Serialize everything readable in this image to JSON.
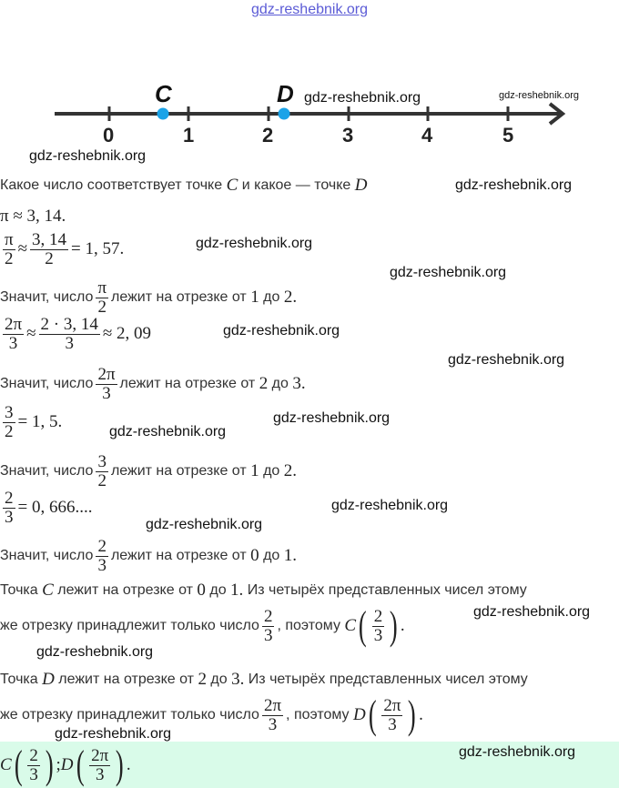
{
  "watermark": "gdz-reshebnik.org",
  "number_line": {
    "ticks": [
      "0",
      "1",
      "2",
      "3",
      "4",
      "5"
    ],
    "point_c": "C",
    "point_d": "D",
    "point_color": "#1aa3e8"
  },
  "question": {
    "text": "Какое число соответствует точке",
    "c": "C",
    "and": "и какое — точке",
    "d": "D"
  },
  "pi": "π ≈ 3, 14.",
  "l1": {
    "num": "π",
    "den": "2",
    "approx": "≈",
    "num2": "3, 14",
    "den2": "2",
    "rest": "= 1, 57."
  },
  "s1": {
    "pre": "Значит, число",
    "num": "π",
    "den": "2",
    "post": "лежит на отрезке от",
    "a": "1",
    "mid": "до",
    "b": "2."
  },
  "l2": {
    "num": "2π",
    "den": "3",
    "approx": "≈",
    "num2": "2 · 3, 14",
    "den2": "3",
    "rest": "≈ 2, 09"
  },
  "s2": {
    "pre": "Значит, число",
    "num": "2π",
    "den": "3",
    "post": "лежит на отрезке от",
    "a": "2",
    "mid": "до",
    "b": "3."
  },
  "l3": {
    "num": "3",
    "den": "2",
    "rest": "= 1, 5."
  },
  "s3": {
    "pre": "Значит, число",
    "num": "3",
    "den": "2",
    "post": "лежит на отрезке от",
    "a": "1",
    "mid": "до",
    "b": "2."
  },
  "l4": {
    "num": "2",
    "den": "3",
    "rest": "= 0, 666...."
  },
  "s4": {
    "pre": "Значит, число",
    "num": "2",
    "den": "3",
    "post": "лежит на отрезке от",
    "a": "0",
    "mid": "до",
    "b": "1."
  },
  "c_par": {
    "l1a": "Точка",
    "c": "C",
    "l1b": "лежит на отрезке от",
    "a": "0",
    "mid": "до",
    "b": "1.",
    "l1c": "Из четырёх представленных чисел этому",
    "l2a": "же отрезку принадлежит только число",
    "num": "2",
    "den": "3",
    "l2b": ", поэтому",
    "end": "."
  },
  "d_par": {
    "l1a": "Точка",
    "d": "D",
    "l1b": "лежит на отрезке от",
    "a": "2",
    "mid": "до",
    "b": "3.",
    "l1c": "Из четырёх представленных чисел этому",
    "l2a": "же отрезку принадлежит только число",
    "num": "2π",
    "den": "3",
    "l2b": ", поэтому",
    "end": "."
  },
  "answer": {
    "c": "C",
    "cnum": "2",
    "cden": "3",
    "sep": ";",
    "d": "D",
    "dnum": "2π",
    "dden": "3",
    "end": "."
  }
}
